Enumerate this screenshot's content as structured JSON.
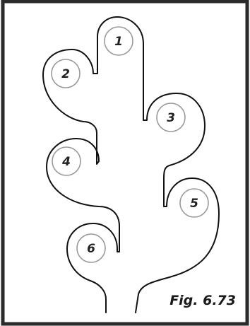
{
  "figure": {
    "caption": "Fig. 6.73",
    "labels": [
      "1",
      "2",
      "3",
      "4",
      "5",
      "6"
    ]
  },
  "colors": {
    "frame": "#2b2b2b",
    "outline": "#111111",
    "circle": "#9a9a9a",
    "text": "#222222"
  }
}
